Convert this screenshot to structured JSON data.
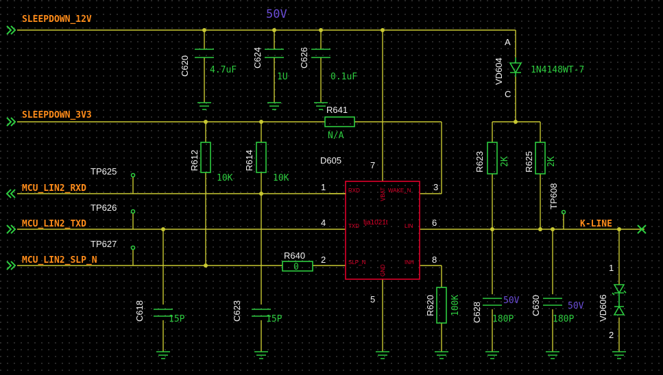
{
  "nets": {
    "sleepdown_12v": "SLEEPDOWN_12V",
    "sleepdown_3v3": "SLEEPDOWN_3V3",
    "mcu_lin2_rxd": "MCU_LIN2_RXD",
    "mcu_lin2_txd": "MCU_LIN2_TXD",
    "mcu_lin2_slp_n": "MCU_LIN2_SLP_N",
    "k_line": "K-LINE"
  },
  "voltage_top": "50V",
  "capacitors": {
    "c620": {
      "ref": "C620",
      "value": "4.7uF"
    },
    "c624": {
      "ref": "C624",
      "value": "1U"
    },
    "c626": {
      "ref": "C626",
      "value": "0.1uF"
    },
    "c618": {
      "ref": "C618",
      "value": "15P"
    },
    "c623": {
      "ref": "C623",
      "value": "15P"
    },
    "c628": {
      "ref": "C628",
      "value": "180P",
      "voltage": "50V"
    },
    "c630": {
      "ref": "C630",
      "value": "180P",
      "voltage": "50V"
    }
  },
  "resistors": {
    "r641": {
      "ref": "R641",
      "value": "N/A"
    },
    "r612": {
      "ref": "R612",
      "value": "10K"
    },
    "r614": {
      "ref": "R614",
      "value": "10K"
    },
    "r640": {
      "ref": "R640",
      "value": "0"
    },
    "r620": {
      "ref": "R620",
      "value": "100K"
    },
    "r623": {
      "ref": "R623",
      "value": "2K"
    },
    "r625": {
      "ref": "R625",
      "value": "2K"
    }
  },
  "diodes": {
    "vd604": {
      "ref": "VD604",
      "value": "1N4148WT-7",
      "anode": "A",
      "cathode": "C"
    },
    "vd606": {
      "ref": "VD606",
      "pin1": "1",
      "pin2": "2"
    }
  },
  "test_points": {
    "tp625": "TP625",
    "tp626": "TP626",
    "tp627": "TP627",
    "tp608": "TP608"
  },
  "ic": {
    "ref": "D605",
    "part": "tja1021t",
    "pins": {
      "rxd": {
        "num": "1",
        "name": "RXD"
      },
      "txd": {
        "num": "4",
        "name": "TXD"
      },
      "slp_n": {
        "num": "2",
        "name": "SLP_N"
      },
      "wake_n": {
        "num": "3",
        "name": "WAKE_N"
      },
      "lin": {
        "num": "6",
        "name": "LIN"
      },
      "inh": {
        "num": "8",
        "name": "INH"
      },
      "vbat": {
        "num": "7",
        "name": "VBAT"
      },
      "gnd": {
        "num": "5",
        "name": "GND"
      }
    }
  }
}
